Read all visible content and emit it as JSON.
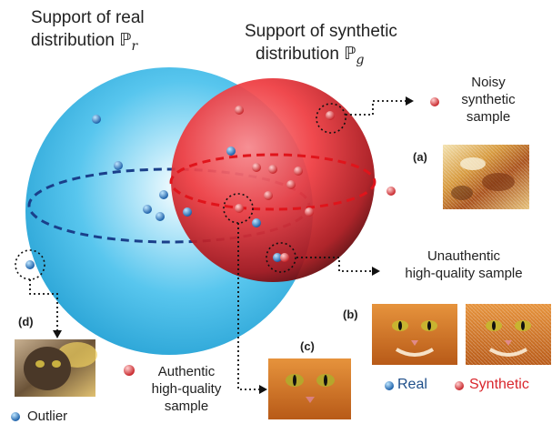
{
  "real_support": {
    "line1": "Support of real",
    "line2": "distribution",
    "symbol": "ℙ",
    "sub": "r"
  },
  "synthetic_support": {
    "line1": "Support of synthetic",
    "line2": "distribution",
    "symbol": "ℙ",
    "sub": "g"
  },
  "noisy": {
    "l1": "Noisy",
    "l2": "synthetic",
    "l3": "sample",
    "tag": "(a)"
  },
  "unauthentic": {
    "l1": "Unauthentic",
    "l2": "high-quality sample",
    "tag": "(b)"
  },
  "authentic": {
    "l1": "Authentic",
    "l2": "high-quality",
    "l3": "sample",
    "tag": "(c)"
  },
  "outlier": {
    "label": "Outlier",
    "tag": "(d)"
  },
  "legend": {
    "real": "Real",
    "synthetic": "Synthetic"
  },
  "colors": {
    "real": "#4fc3ea",
    "synthetic": "#e5252b",
    "synthetic_text": "#d9262c",
    "real_dot": "#1f6fb3"
  }
}
